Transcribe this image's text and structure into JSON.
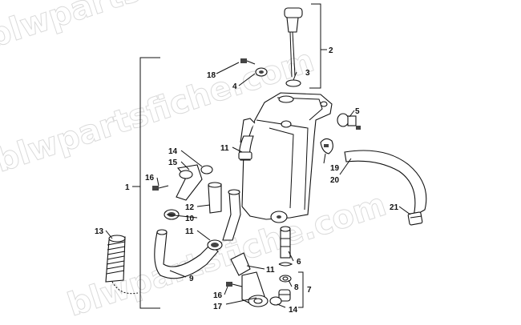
{
  "watermark": {
    "text": "blwpartsfiche.com",
    "lines": [
      "blwpartsfiche.com",
      "blwpartsfiche.com",
      "blwpartsfiche.com"
    ]
  },
  "callouts": [
    {
      "id": "c1",
      "label": "1"
    },
    {
      "id": "c2",
      "label": "2"
    },
    {
      "id": "c3",
      "label": "3"
    },
    {
      "id": "c4",
      "label": "4"
    },
    {
      "id": "c5",
      "label": "5"
    },
    {
      "id": "c6",
      "label": "6"
    },
    {
      "id": "c7",
      "label": "7"
    },
    {
      "id": "c8",
      "label": "8"
    },
    {
      "id": "c9",
      "label": "9"
    },
    {
      "id": "c10",
      "label": "10"
    },
    {
      "id": "c11a",
      "label": "11"
    },
    {
      "id": "c11b",
      "label": "11"
    },
    {
      "id": "c11c",
      "label": "11"
    },
    {
      "id": "c12",
      "label": "12"
    },
    {
      "id": "c13",
      "label": "13"
    },
    {
      "id": "c14a",
      "label": "14"
    },
    {
      "id": "c14b",
      "label": "14"
    },
    {
      "id": "c15",
      "label": "15"
    },
    {
      "id": "c16a",
      "label": "16"
    },
    {
      "id": "c16b",
      "label": "16"
    },
    {
      "id": "c17",
      "label": "17"
    },
    {
      "id": "c18",
      "label": "18"
    },
    {
      "id": "c19",
      "label": "19"
    },
    {
      "id": "c20",
      "label": "20"
    },
    {
      "id": "c21",
      "label": "21"
    }
  ]
}
